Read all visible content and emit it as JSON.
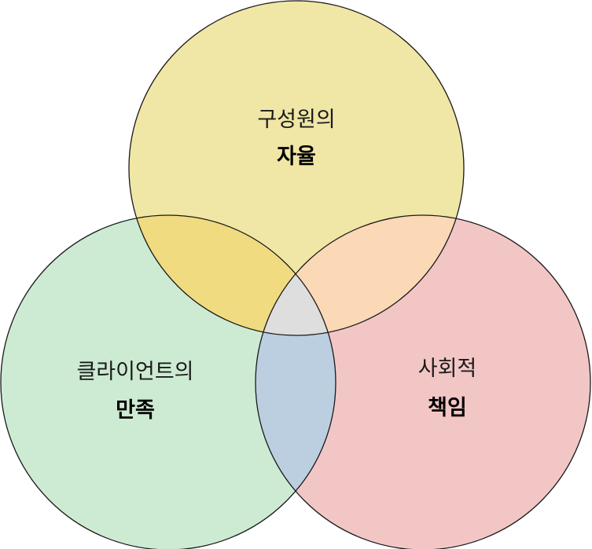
{
  "diagram": {
    "type": "venn",
    "circles": [
      {
        "id": "top",
        "line1": "구성원의",
        "line2": "자율",
        "color": "#f0e6a6"
      },
      {
        "id": "left",
        "line1": "클라이언트의",
        "line2": "만족",
        "color": "#cdebd3"
      },
      {
        "id": "right",
        "line1": "사회적",
        "line2": "책임",
        "color": "#f3c6c6"
      }
    ],
    "overlaps": {
      "top_left": "#f0db80",
      "top_right": "#fbd8b6",
      "left_right": "#bccfe1",
      "center": "#dedede"
    }
  }
}
